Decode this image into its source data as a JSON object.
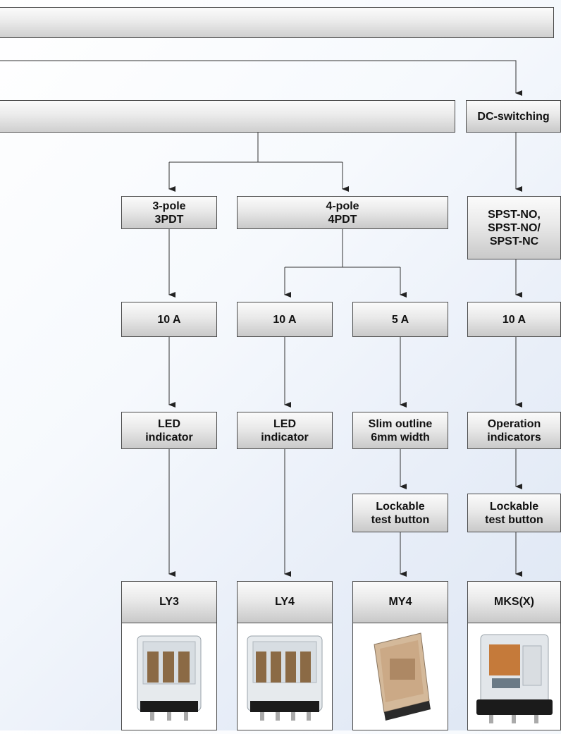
{
  "nodes": {
    "dc_switching": "DC-switching",
    "three_pole": "3-pole\n3PDT",
    "four_pole": "4-pole\n4PDT",
    "spst": "SPST-NO,\nSPST-NO/\nSPST-NC",
    "current_ly3": "10 A",
    "current_ly4": "10 A",
    "current_my4": "5 A",
    "current_mks": "10 A",
    "led_ly3": "LED\nindicator",
    "led_ly4": "LED\nindicator",
    "slim_outline": "Slim outline\n6mm width",
    "operation_indicators": "Operation\nindicators",
    "lockable_my4": "Lockable\ntest button",
    "lockable_mks": "Lockable\ntest button"
  },
  "products": [
    {
      "name": "LY3",
      "icon": "relay-3pole-icon"
    },
    {
      "name": "LY4",
      "icon": "relay-4pole-icon"
    },
    {
      "name": "MY4",
      "icon": "relay-slim-icon"
    },
    {
      "name": "MKS(X)",
      "icon": "relay-octal-icon"
    }
  ]
}
